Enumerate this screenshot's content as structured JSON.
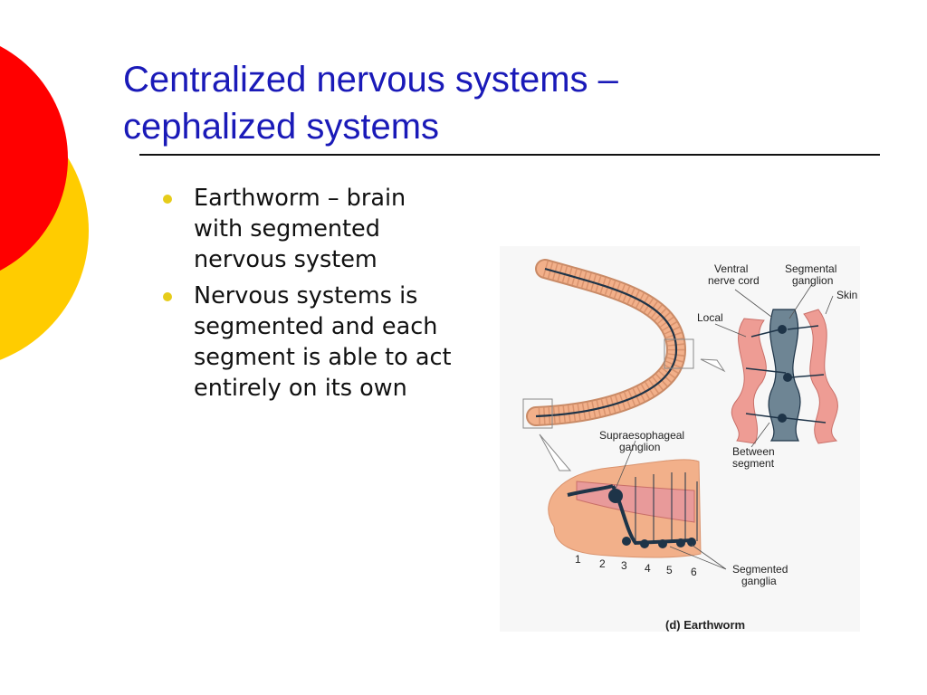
{
  "slide": {
    "title_line1": "Centralized nervous systems –",
    "title_line2": "cephalized systems",
    "bullets": [
      {
        "line1": "Earthworm – brain",
        "line2": "with segmented",
        "line3": "nervous system"
      },
      {
        "line1": "Nervous systems is",
        "line2": "segmented and each",
        "line3": "segment is able to act",
        "line4": "entirely on its own"
      }
    ]
  },
  "figure": {
    "labels": {
      "ventral_1": "Ventral",
      "ventral_2": "nerve cord",
      "segmental_1": "Segmental",
      "segmental_2": "ganglion",
      "skin": "Skin",
      "local": "Local",
      "supra_1": "Supraesophageal",
      "supra_2": "ganglion",
      "between_1": "Between",
      "between_2": "segment",
      "seg_ganglia_1": "Segmented",
      "seg_ganglia_2": "ganglia",
      "n1": "1",
      "n2": "2",
      "n3": "3",
      "n4": "4",
      "n5": "5",
      "n6": "6",
      "caption": "(d) Earthworm"
    }
  },
  "colors": {
    "title": "#1a1ab8",
    "bullet": "#e6cc1a",
    "deco_red": "#ff0000",
    "deco_yellow": "#ffcc00",
    "worm": "#f2b08a",
    "nerve": "#1e3448",
    "cord": "#6e8594",
    "tissue": "#ee9c94"
  }
}
